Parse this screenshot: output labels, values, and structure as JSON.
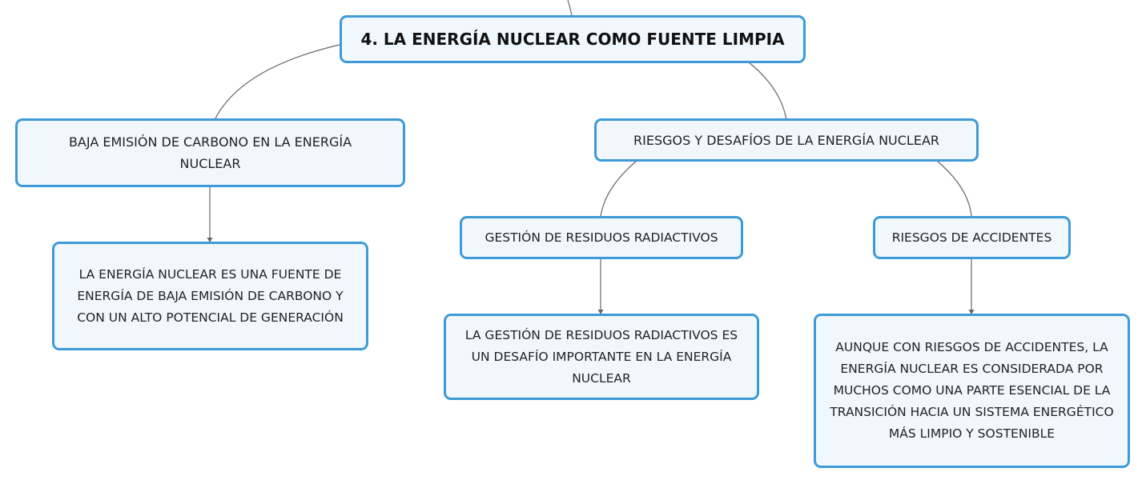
{
  "diagram": {
    "root": {
      "label": "4. LA ENERGÍA NUCLEAR COMO FUENTE LIMPIA"
    },
    "branches": {
      "low_carbon": {
        "label": "BAJA EMISIÓN DE CARBONO EN LA ENERGÍA NUCLEAR",
        "detail": "LA ENERGÍA NUCLEAR ES UNA FUENTE DE ENERGÍA DE BAJA EMISIÓN DE CARBONO Y CON UN ALTO POTENCIAL DE GENERACIÓN"
      },
      "risks": {
        "label": "RIESGOS Y DESAFÍOS DE LA ENERGÍA NUCLEAR",
        "waste": {
          "label": "GESTIÓN DE RESIDUOS RADIACTIVOS",
          "detail": "LA GESTIÓN DE RESIDUOS RADIACTIVOS ES UN DESAFÍO IMPORTANTE EN LA ENERGÍA NUCLEAR"
        },
        "accidents": {
          "label": "RIESGOS DE ACCIDENTES",
          "detail": "AUNQUE CON RIESGOS DE ACCIDENTES, LA ENERGÍA NUCLEAR ES CONSIDERADA POR MUCHOS COMO UNA PARTE ESENCIAL DE LA TRANSICIÓN HACIA UN SISTEMA ENERGÉTICO MÁS LIMPIO Y SOSTENIBLE"
        }
      }
    }
  },
  "colors": {
    "node_border": "#3d9ad9",
    "node_fill": "#f1f8fd",
    "connector": "#666666"
  }
}
